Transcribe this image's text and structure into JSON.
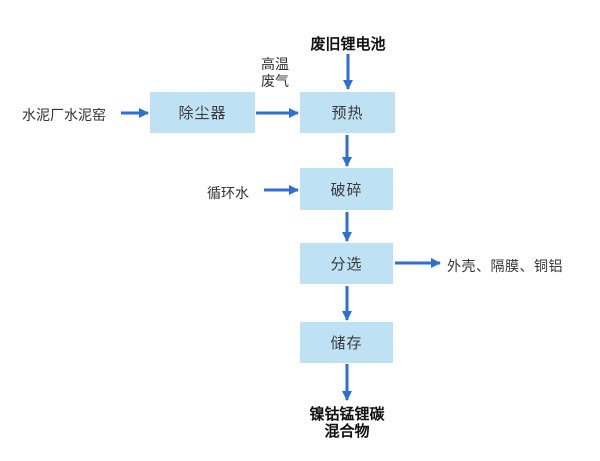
{
  "diagram": {
    "top_input_label": "废旧锂电池",
    "nodes": {
      "dust_collector": "除尘器",
      "preheat": "预热",
      "crush": "破碎",
      "sort": "分选",
      "store": "储存"
    },
    "side_inputs": {
      "cement_kiln": "水泥厂水泥窑",
      "hot_exhaust_gas": "高温\n废气",
      "circulating_water": "循环水"
    },
    "outputs": {
      "separated_materials": "外壳、隔膜、铜铝",
      "final_mixture": "镍钴锰锂碳\n混合物"
    },
    "colors": {
      "box_fill": "#BEE2F3",
      "arrow": "#2E6FD3",
      "label_text": "#333333",
      "bold_label_text": "#111111",
      "background": "#FFFFFF"
    }
  }
}
